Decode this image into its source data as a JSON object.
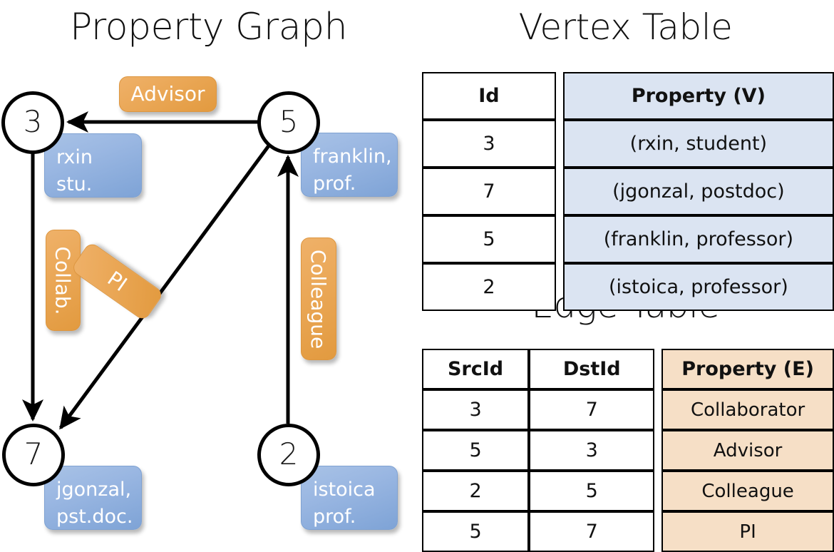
{
  "titles": {
    "property_graph": "Property Graph",
    "vertex_table": "Vertex Table",
    "edge_table": "Edge Table"
  },
  "colors": {
    "vertex_property_fill": "#dbe4f2",
    "edge_property_fill": "#f6dfc6",
    "node_label_blue": "#9ab7e2",
    "edge_label_orange": "#eaa756",
    "stroke": "#000000",
    "background": "#ffffff"
  },
  "graph": {
    "nodes": [
      {
        "id": "3",
        "label": "rxin\nstu."
      },
      {
        "id": "5",
        "label": "franklin,\nprof."
      },
      {
        "id": "7",
        "label": "jgonzal,\npst.doc."
      },
      {
        "id": "2",
        "label": "istoica\nprof."
      }
    ],
    "edge_labels": [
      {
        "name": "advisor",
        "text": "Advisor"
      },
      {
        "name": "collab",
        "text": "Collab."
      },
      {
        "name": "pi",
        "text": "PI"
      },
      {
        "name": "colleague",
        "text": "Colleague"
      }
    ],
    "edges": [
      {
        "from": "5",
        "to": "3",
        "label": "Advisor"
      },
      {
        "from": "3",
        "to": "7",
        "label": "Collab."
      },
      {
        "from": "5",
        "to": "7",
        "label": "PI"
      },
      {
        "from": "2",
        "to": "5",
        "label": "Colleague"
      }
    ]
  },
  "vertex_table": {
    "headers": [
      "Id",
      "Property (V)"
    ],
    "rows": [
      {
        "id": "3",
        "property": "(rxin, student)"
      },
      {
        "id": "7",
        "property": "(jgonzal, postdoc)"
      },
      {
        "id": "5",
        "property": "(franklin, professor)"
      },
      {
        "id": "2",
        "property": "(istoica, professor)"
      }
    ]
  },
  "edge_table": {
    "headers": [
      "SrcId",
      "DstId",
      "Property (E)"
    ],
    "rows": [
      {
        "src": "3",
        "dst": "7",
        "property": "Collaborator"
      },
      {
        "src": "5",
        "dst": "3",
        "property": "Advisor"
      },
      {
        "src": "2",
        "dst": "5",
        "property": "Colleague"
      },
      {
        "src": "5",
        "dst": "7",
        "property": "PI"
      }
    ]
  }
}
